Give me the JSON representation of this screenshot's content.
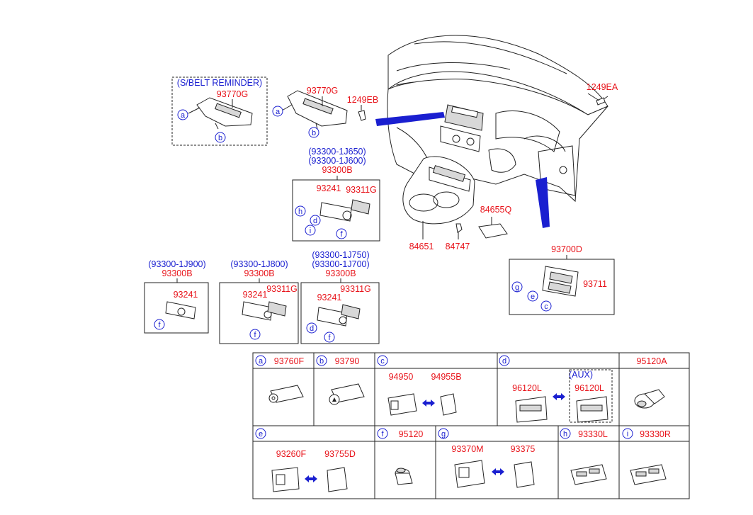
{
  "groups": {
    "seatbelt_reminder": "(S/BELT REMINDER)",
    "panel_a": [
      "(93300-1J650)",
      "(93300-1J600)"
    ],
    "panel_b": "(93300-1J900)",
    "panel_c": "(93300-1J800)",
    "panel_d": [
      "(93300-1J750)",
      "(93300-1J700)"
    ],
    "aux": "(AUX)"
  },
  "parts": {
    "p93770g_left": "93770G",
    "p93770g": "93770G",
    "p1249eb": "1249EB",
    "p1249ea": "1249EA",
    "p93300b_a": "93300B",
    "p93241_a": "93241",
    "p93311g_a": "93311G",
    "p84655q": "84655Q",
    "p84651": "84651",
    "p84747": "84747",
    "p93700d": "93700D",
    "p93711": "93711",
    "p93300b_b": "93300B",
    "p93241_b": "93241",
    "p93300b_c": "93300B",
    "p93241_c": "93241",
    "p93311g_c": "93311G",
    "p93300b_d": "93300B",
    "p93241_d": "93241",
    "p93311g_d": "93311G"
  },
  "callouts": {
    "a": "a",
    "b": "b",
    "c": "c",
    "d": "d",
    "e": "e",
    "f": "f",
    "g": "g",
    "h": "h",
    "i": "i"
  },
  "table": {
    "row1": [
      {
        "key": "a",
        "parts": [
          "93760F"
        ]
      },
      {
        "key": "b",
        "parts": [
          "93790"
        ]
      },
      {
        "key": "c",
        "parts": [
          "94950",
          "94955B"
        ]
      },
      {
        "key": "d",
        "parts": [
          "96120L",
          "96120L"
        ]
      },
      {
        "key": "",
        "parts": [
          "95120A"
        ]
      }
    ],
    "row2": [
      {
        "key": "e",
        "parts": [
          "93260F",
          "93755D"
        ]
      },
      {
        "key": "f",
        "parts": [
          "95120"
        ]
      },
      {
        "key": "g",
        "parts": [
          "93370M",
          "93375"
        ]
      },
      {
        "key": "h",
        "parts": [
          "93330L"
        ]
      },
      {
        "key": "i",
        "parts": [
          "93330R"
        ]
      }
    ]
  },
  "colors": {
    "part_number": "#e8141b",
    "callout": "#1a1fd0",
    "line": "#222222"
  }
}
